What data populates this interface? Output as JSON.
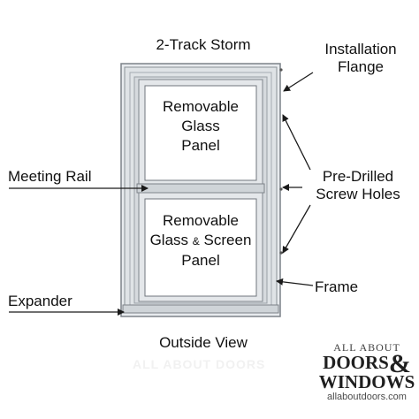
{
  "title_top": "2-Track Storm",
  "caption_bottom": "Outside View",
  "labels": {
    "installation_flange": [
      "Installation",
      "Flange"
    ],
    "pre_drilled": [
      "Pre-Drilled",
      "Screw Holes"
    ],
    "meeting_rail": "Meeting Rail",
    "expander": "Expander",
    "frame": "Frame"
  },
  "upper_panel_text": [
    "Removable",
    "Glass",
    "Panel"
  ],
  "lower_panel_text": {
    "line1": "Removable",
    "line2_a": "Glass",
    "line2_amp": "&",
    "line2_b": "Screen",
    "line3": "Panel"
  },
  "logo": {
    "line1": "ALL ABOUT",
    "line2": "DOORS",
    "amp": "&",
    "line3": "WINDOWS",
    "url": "allaboutdoors.com"
  },
  "watermark": "ALL ABOUT DOORS",
  "colors": {
    "frame_fill": "#dfe3e6",
    "frame_stroke": "#7c8288",
    "glass": "#ffffff",
    "leader": "#1a1a1a"
  }
}
